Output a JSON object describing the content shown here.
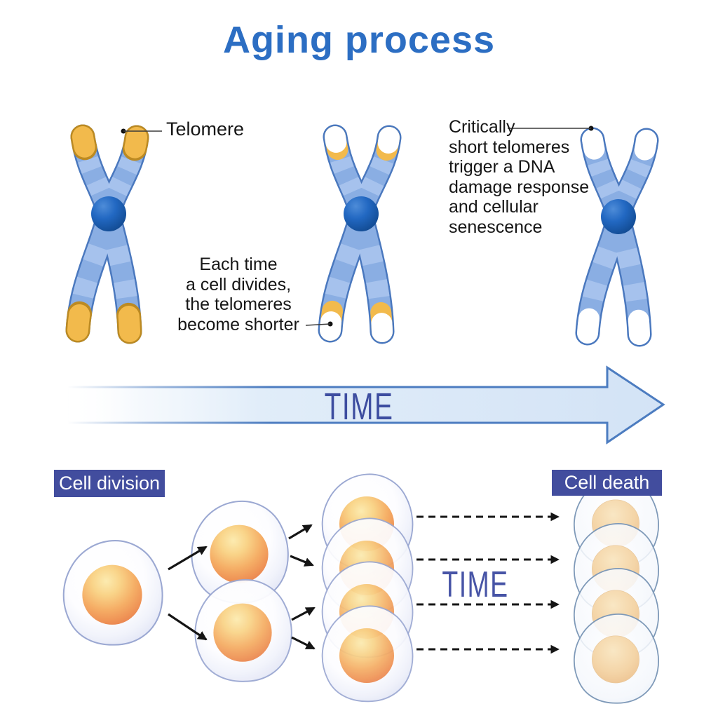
{
  "title": "Aging process",
  "labels": {
    "telomere": "Telomere",
    "each_time": "Each time\na cell divides,\nthe telomeres\nbecome shorter",
    "critically": "Critically\nshort telomeres\ntrigger a DNA\ndamage response\nand cellular\nsenescence",
    "time_arrow": "TIME",
    "time_bottom": "TIME",
    "cell_division": "Cell division",
    "cell_death": "Cell death"
  },
  "stages": {
    "cell_counts": [
      1,
      2,
      4,
      4
    ],
    "sequence": [
      "single cell",
      "two cells",
      "four cells",
      "four dying cells"
    ]
  },
  "colors": {
    "title_text": "#2C6EC3",
    "chromosome_body": "#8AAEE3",
    "chromosome_outline": "#4A78BE",
    "telomere_cap": "#F2BA4C",
    "centromere": "#1E63BE",
    "time_arrow_fill": "#D5E4F6",
    "time_arrow_stroke": "#4C7CC0",
    "time_text": "#3D4DA0",
    "badge_background": "#424D9E",
    "badge_text": "#FFFFFF",
    "nucleus_orange": "#F5A25C",
    "dead_nucleus": "#F2D2A4",
    "note_text": "#161616"
  }
}
